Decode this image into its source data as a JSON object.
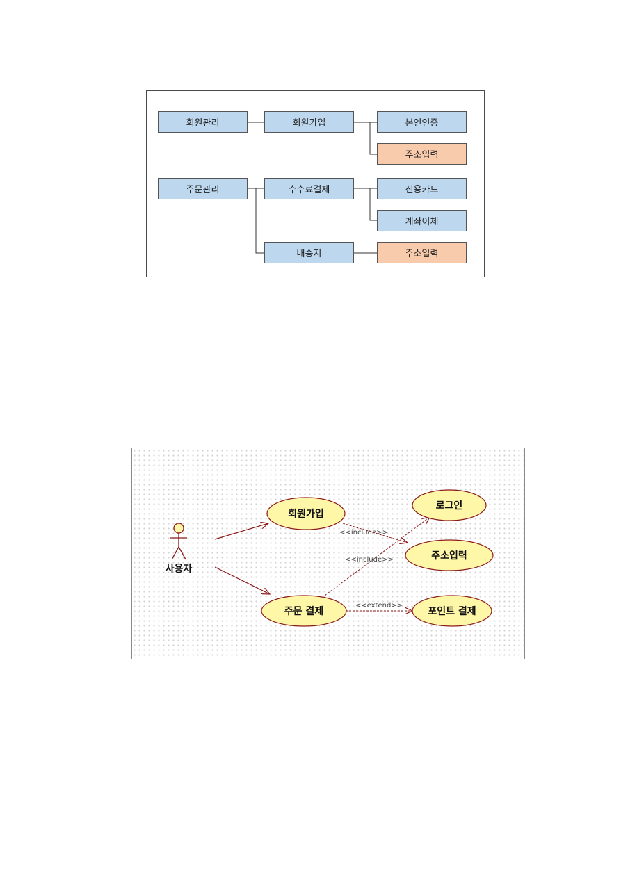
{
  "tree": {
    "member_mgmt": "회원관리",
    "signup": "회원가입",
    "identity_verify": "본인인증",
    "address_input_1": "주소입력",
    "order_mgmt": "주문관리",
    "fee_payment": "수수료결제",
    "credit_card": "신용카드",
    "account_transfer": "계좌이체",
    "delivery": "배송지",
    "address_input_2": "주소입력"
  },
  "usecase": {
    "actor": "사용자",
    "signup": "회원가입",
    "login": "로그인",
    "address_input": "주소입력",
    "order_payment": "주문 결제",
    "point_payment": "포인트 결제",
    "include_1": "<<include>>",
    "include_2": "<<include>>",
    "extend": "<<extend>>"
  },
  "colors": {
    "tree_blue": "#bdd7ee",
    "tree_orange": "#f8cbad",
    "usecase_fill": "#fff7a8",
    "usecase_stroke": "#8b1a1a"
  }
}
